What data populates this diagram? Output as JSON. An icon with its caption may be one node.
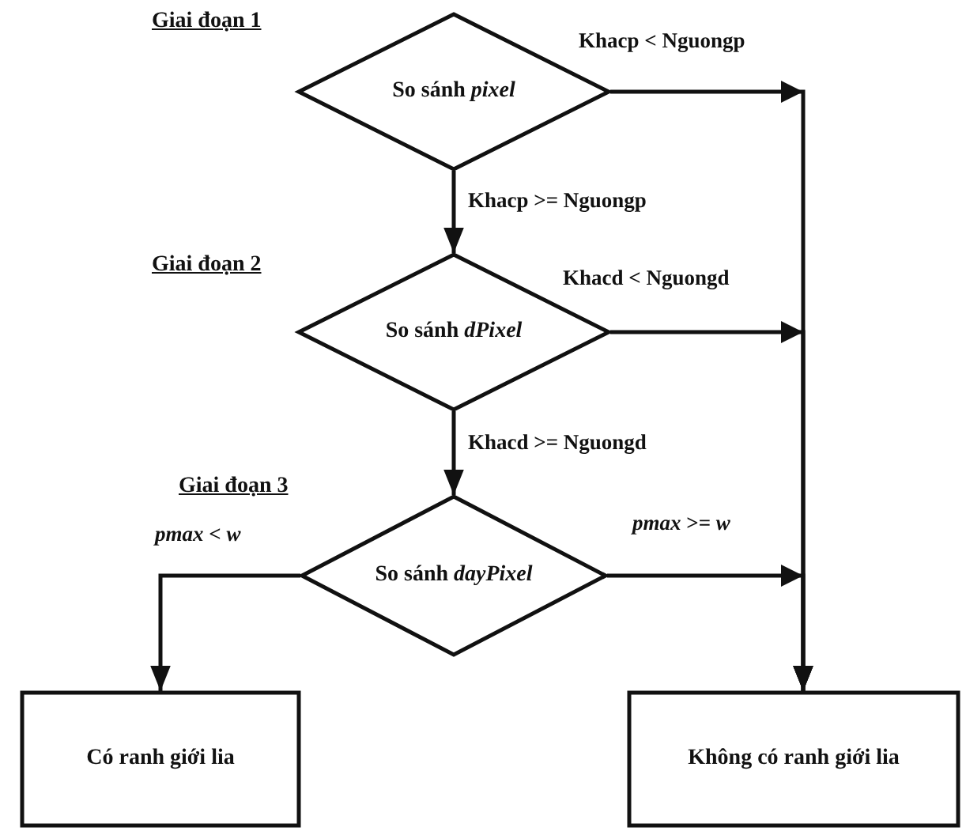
{
  "diagram": {
    "nodes": [
      {
        "text": [
          "So sánh *pixel*"
        ],
        "beside": [
          "Giai đoạn 1"
        ]
      },
      {
        "text": [
          "So sánh *dPixel*"
        ],
        "beside": [
          "Giai đoạn 2"
        ]
      },
      {
        "text": [
          "So sánh *dayPixel*"
        ],
        "beside": [
          "Giai đoạn 3"
        ]
      },
      {
        "text": [
          "Có ranh giới lia"
        ]
      },
      {
        "text": [
          "Không có ranh giới lia"
        ]
      }
    ],
    "edges": [
      {
        "from": 0,
        "to": 1,
        "arrow": "to",
        "label": "Khacp >= Nguongp"
      },
      {
        "from": 1,
        "to": 2,
        "arrow": "to",
        "label": "Khacd >= Nguongd"
      },
      {
        "from": 2,
        "to": 3,
        "arrow": "to",
        "label": "*pmax* < *w*"
      },
      {
        "from": 0,
        "to": 4,
        "arrow": "to",
        "label": "Khacp < Nguongp"
      },
      {
        "from": 1,
        "to": 4,
        "arrow": "to",
        "label": "Khacd < Nguongd"
      },
      {
        "from": 2,
        "to": 4,
        "arrow": "to",
        "label": "*pmax* >= *w*"
      }
    ]
  }
}
